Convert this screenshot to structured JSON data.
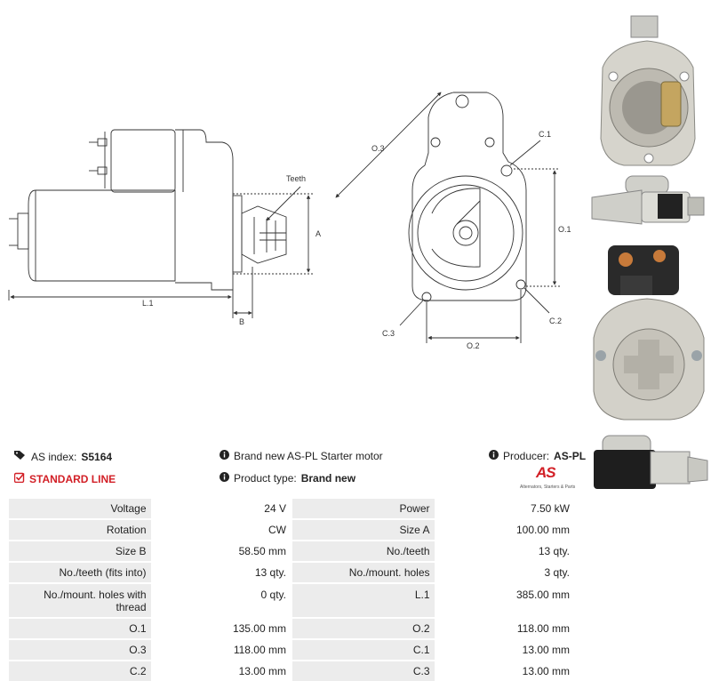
{
  "drawing": {
    "side_labels": {
      "teeth": "Teeth",
      "a": "A",
      "b": "B",
      "l1": "L.1"
    },
    "front_labels": {
      "o3": "O.3",
      "o1": "O.1",
      "o2": "O.2",
      "c1": "C.1",
      "c2": "C.2",
      "c3": "C.3"
    }
  },
  "photos": [
    "starter-flange-view-photo",
    "starter-side-view-photo",
    "starter-terminal-view-photo",
    "starter-angled-view-photo"
  ],
  "info": {
    "as_index_label": "AS index:",
    "as_index_value": "S5164",
    "line_label": "STANDARD LINE",
    "description": "Brand new AS-PL Starter motor",
    "product_type_label": "Product type:",
    "product_type_value": "Brand new",
    "producer_label": "Producer:",
    "producer_value": "AS-PL",
    "logo_text": "AS",
    "logo_tagline": "Alternators, Starters & Parts"
  },
  "specs": [
    {
      "l1": "Voltage",
      "v1": "24 V",
      "l2": "Power",
      "v2": "7.50 kW"
    },
    {
      "l1": "Rotation",
      "v1": "CW",
      "l2": "Size A",
      "v2": "100.00 mm"
    },
    {
      "l1": "Size B",
      "v1": "58.50 mm",
      "l2": "No./teeth",
      "v2": "13 qty."
    },
    {
      "l1": "No./teeth (fits into)",
      "v1": "13 qty.",
      "l2": "No./mount. holes",
      "v2": "3 qty."
    },
    {
      "l1": "No./mount. holes with thread",
      "v1": "0 qty.",
      "l2": "L.1",
      "v2": "385.00 mm"
    },
    {
      "l1": "O.1",
      "v1": "135.00 mm",
      "l2": "O.2",
      "v2": "118.00 mm"
    },
    {
      "l1": "O.3",
      "v1": "118.00 mm",
      "l2": "C.1",
      "v2": "13.00 mm"
    },
    {
      "l1": "C.2",
      "v1": "13.00 mm",
      "l2": "C.3",
      "v2": "13.00 mm"
    }
  ],
  "colors": {
    "accent_red": "#d21f26",
    "label_bg": "#ececec"
  }
}
